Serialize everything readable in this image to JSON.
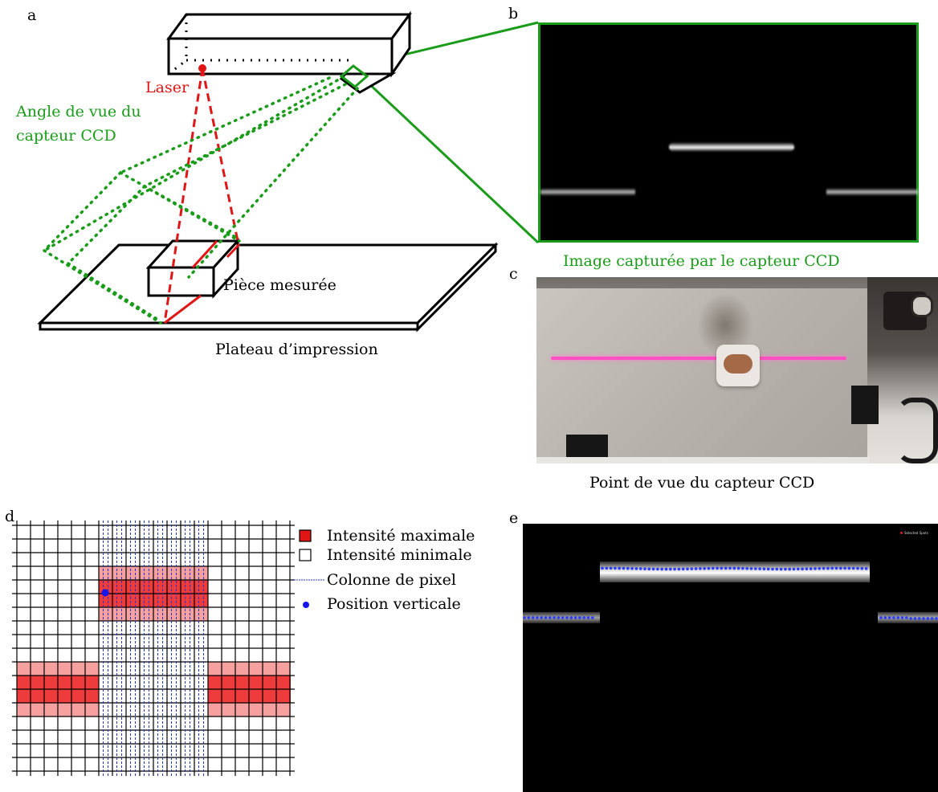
{
  "panels": {
    "a": {
      "letter": "a",
      "laser_label": "Laser",
      "view_angle_label_line1": "Angle de vue du",
      "view_angle_label_line2": "capteur CCD",
      "part_label": "Pièce mesurée",
      "plate_label": "Plateau d’impression"
    },
    "b": {
      "letter": "b",
      "caption": "Image capturée par le capteur CCD"
    },
    "c": {
      "letter": "c",
      "caption": "Point de vue du capteur CCD"
    },
    "d": {
      "letter": "d",
      "legend": {
        "max": "Intensité maximale",
        "min": "Intensité minimale",
        "column": "Colonne de pixel",
        "position": "Position verticale"
      }
    },
    "e": {
      "letter": "e",
      "legend_tiny": "Selected Spots"
    }
  },
  "colors": {
    "laser_red": "#e01515",
    "sensor_green": "#1a9c1a",
    "intensity_max": "#ee3b3b",
    "intensity_mid": "#f7a0a0",
    "column_blue": "#2233cc"
  }
}
